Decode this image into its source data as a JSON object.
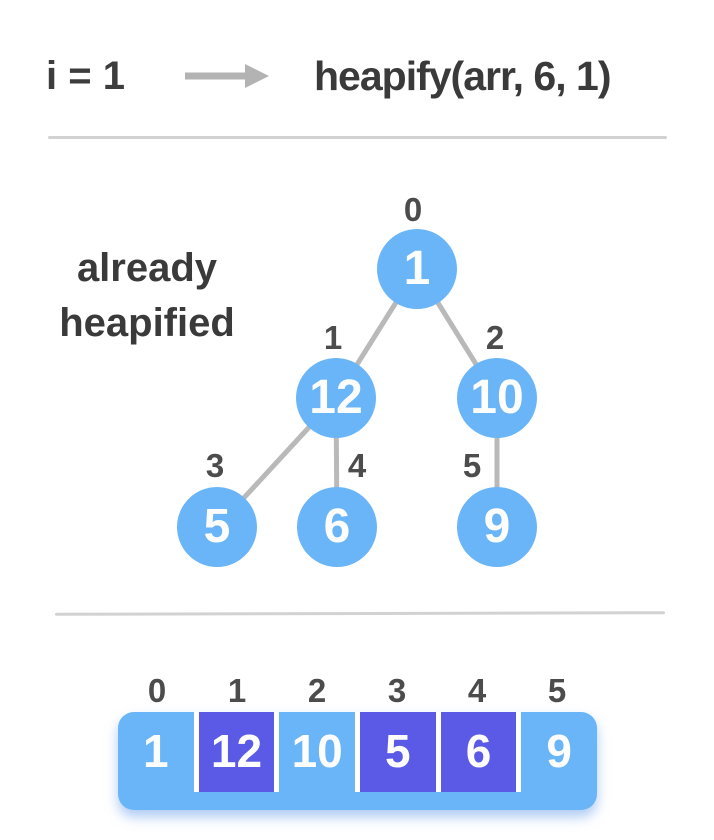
{
  "header": {
    "iteration_label": "i = 1",
    "call_label": "heapify(arr, 6, 1)"
  },
  "annotation": {
    "line1": "already",
    "line2": "heapified"
  },
  "tree": {
    "nodes": [
      {
        "index": "0",
        "value": "1"
      },
      {
        "index": "1",
        "value": "12"
      },
      {
        "index": "2",
        "value": "10"
      },
      {
        "index": "3",
        "value": "5"
      },
      {
        "index": "4",
        "value": "6"
      },
      {
        "index": "5",
        "value": "9"
      }
    ],
    "edges": [
      [
        0,
        1
      ],
      [
        0,
        2
      ],
      [
        1,
        3
      ],
      [
        1,
        4
      ],
      [
        2,
        5
      ]
    ]
  },
  "array": {
    "indices": [
      "0",
      "1",
      "2",
      "3",
      "4",
      "5"
    ],
    "values": [
      "1",
      "12",
      "10",
      "5",
      "6",
      "9"
    ],
    "highlighted_indices": [
      1,
      3,
      4
    ]
  },
  "colors": {
    "node_blue": "#6ab5f8",
    "highlight_purple": "#5a5ae6",
    "edge_gray": "#b9b9b9",
    "arrow_gray": "#b3b3b3",
    "divider_gray": "#d2d2d2",
    "text_dark": "#3a3a3a",
    "label_gray": "#4c4c4c",
    "value_white": "#fdfdfd"
  }
}
